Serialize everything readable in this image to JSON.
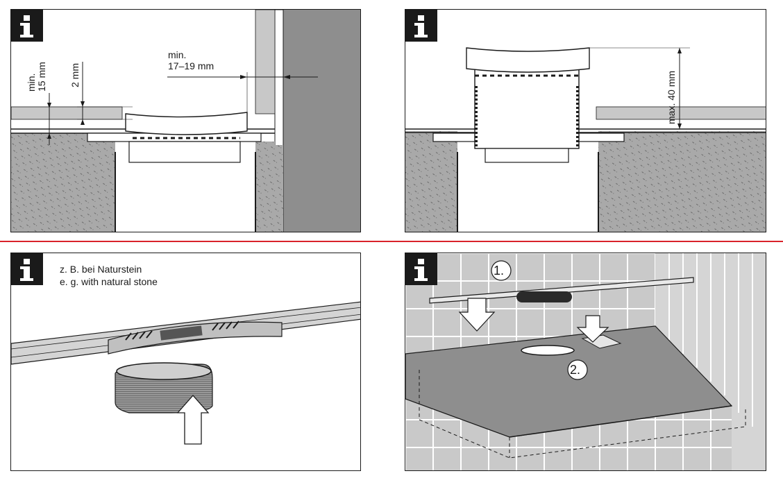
{
  "divider_color": "#d9222a",
  "panels": {
    "p1": {
      "dim_min_15": [
        "min.",
        "15 mm"
      ],
      "dim_2": "2 mm",
      "dim_17_19": [
        "min.",
        "17–19 mm"
      ]
    },
    "p2": {
      "dim_max_40": "max. 40 mm"
    },
    "p3": {
      "note_de": "z. B. bei Naturstein",
      "note_en": "e. g. with natural stone"
    },
    "p4": {
      "step1": "1.",
      "step2": "2."
    }
  },
  "icons": [
    "info-icon",
    "info-icon",
    "info-icon",
    "info-icon"
  ],
  "colors": {
    "hatch_fill": "#a9a9a9",
    "tile_fill": "#c9c9c9",
    "floor_fill": "#8e8e8e",
    "ink": "#1a1a1a"
  }
}
